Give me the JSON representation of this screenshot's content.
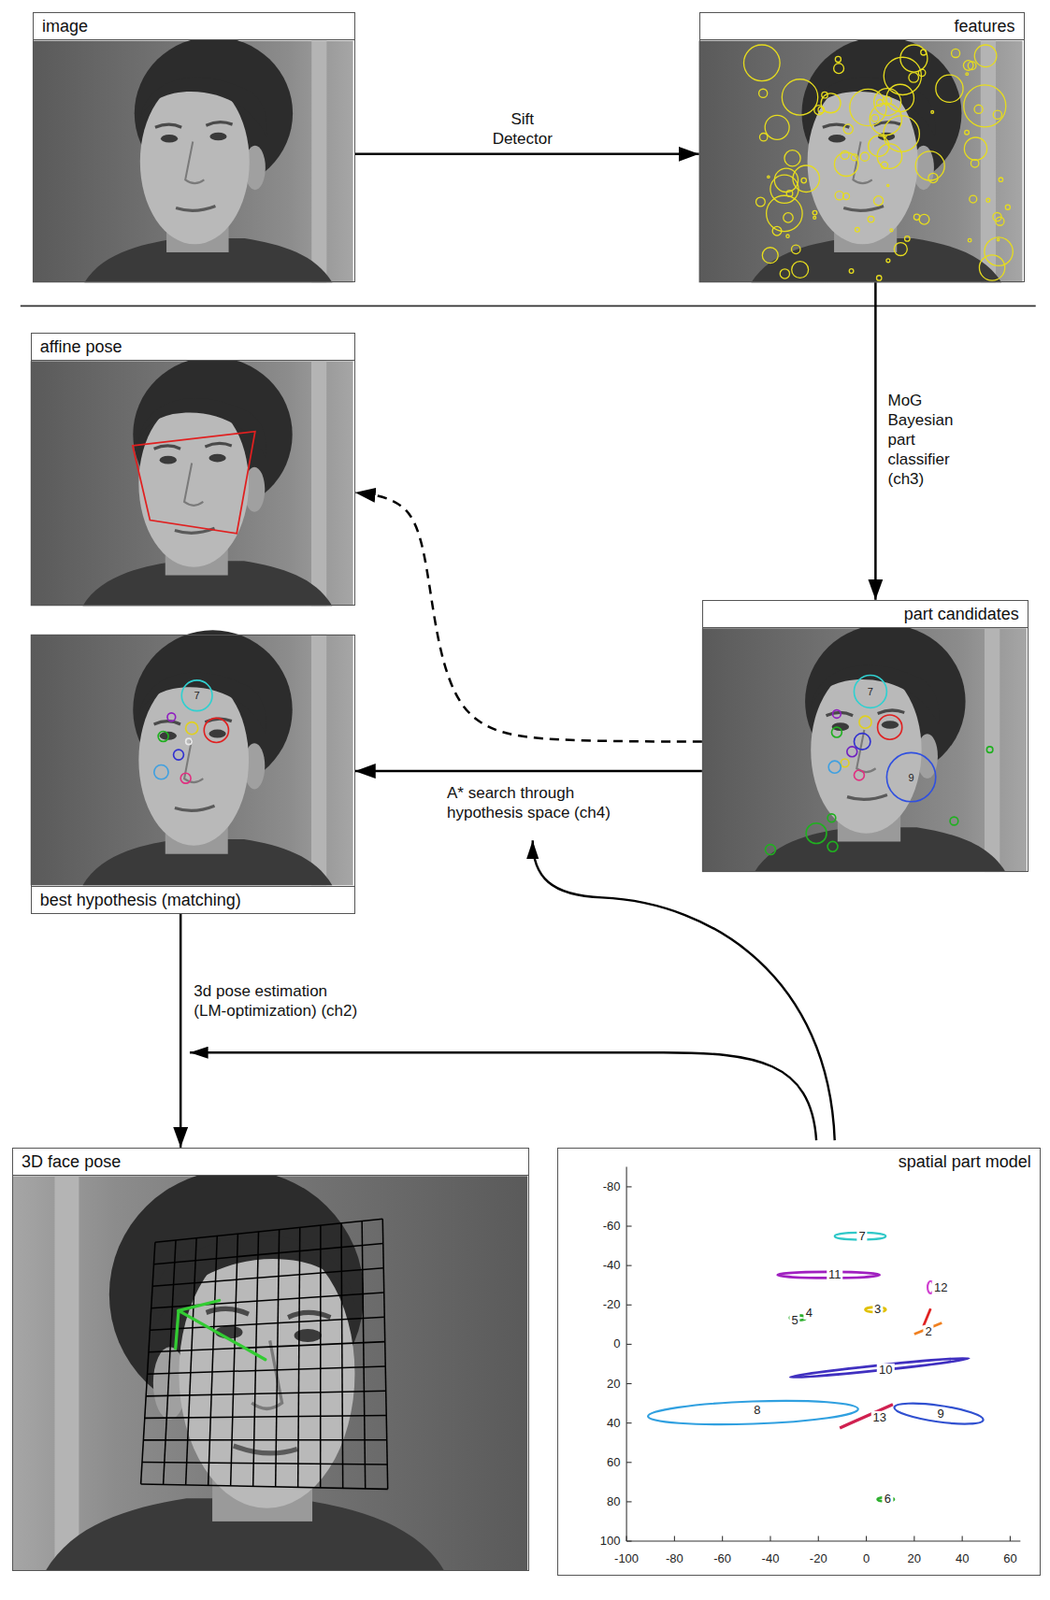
{
  "diagram": {
    "nodes": [
      {
        "text": [
          "image"
        ]
      },
      {
        "text": [
          "features"
        ]
      },
      {
        "text": [
          "affine pose"
        ]
      },
      {
        "text": [
          "part candidates"
        ]
      },
      {
        "text": [
          "best hypothesis (matching)"
        ]
      },
      {
        "text": [
          "3D face pose"
        ]
      },
      {
        "text": [
          "spatial part model"
        ]
      }
    ],
    "edges": [
      {
        "from": 0,
        "to": 1,
        "arrow": "to",
        "label": "Sift Detector"
      },
      {
        "from": 1,
        "to": 3,
        "arrow": "to",
        "label": "MoG Bayesian part classifier (ch3)"
      },
      {
        "from": 3,
        "to": 2,
        "arrow": "to"
      },
      {
        "from": 3,
        "to": 4,
        "arrow": "to",
        "label": "A* search through hypothesis space (ch4)"
      },
      {
        "from": 4,
        "to": 5,
        "arrow": "to",
        "label": "3d pose estimation (LM-optimization) (ch2)"
      }
    ],
    "labels": [
      "7",
      "9",
      "7",
      "-80",
      "-60",
      "-40",
      "-20",
      "0",
      "20",
      "40",
      "60",
      "80",
      "100",
      "-100",
      "-80",
      "-60",
      "-40",
      "-20",
      "0",
      "20",
      "40",
      "60",
      "7",
      "11",
      "12",
      "3",
      "5",
      "4",
      "2",
      "10",
      "8",
      "13",
      "9",
      "6"
    ]
  }
}
